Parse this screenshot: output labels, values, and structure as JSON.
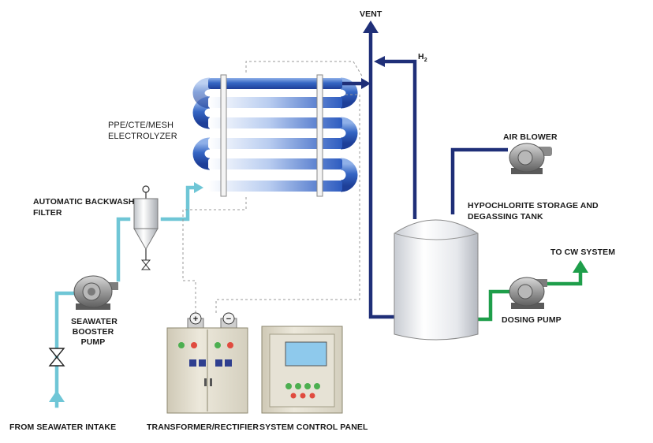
{
  "labels": {
    "vent": "VENT",
    "h2": "H",
    "h2_sub": "2",
    "electrolyzer_line1": "PPE/CTE/MESH",
    "electrolyzer_line2": "ELECTROLYZER",
    "air_blower": "AIR BLOWER",
    "tank_line1": "HYPOCHLORITE STORAGE AND",
    "tank_line2": "DEGASSING TANK",
    "filter_line1": "AUTOMATIC BACKWASH",
    "filter_line2": "FILTER",
    "to_cw": "TO CW SYSTEM",
    "pump_line1": "SEAWATER",
    "pump_line2": "BOOSTER",
    "pump_line3": "PUMP",
    "dosing_pump": "DOSING PUMP",
    "intake": "FROM SEAWATER INTAKE",
    "rectifier": "TRANSFORMER/RECTIFIER",
    "control_panel": "SYSTEM CONTROL PANEL",
    "plus": "+",
    "minus": "−"
  },
  "colors": {
    "seawater": "#6fc6d6",
    "hydrogen": "#1f2f78",
    "output": "#1e9e4a",
    "tube_light": "#dbe8f6",
    "tube_dark": "#2f5fc0",
    "cabinet": "#e0dccd",
    "dashed": "#9a9a9a"
  }
}
